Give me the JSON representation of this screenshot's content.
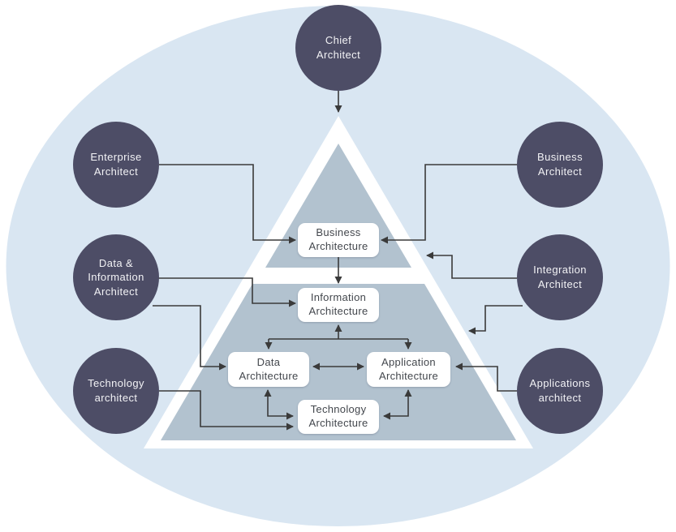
{
  "colors": {
    "page_background": "#ffffff",
    "ellipse_background": "#d9e6f2",
    "pyramid_tier_fill": "#b2c2cf",
    "pyramid_outline": "#ffffff",
    "role_circle_fill": "#4d4d66",
    "role_circle_text": "#f2f2f5",
    "layer_box_fill": "#ffffff",
    "layer_box_text": "#43474d",
    "arrow_stroke": "#3a3a3a"
  },
  "roles": {
    "chief": {
      "label": "Chief\nArchitect"
    },
    "enterprise": {
      "label": "Enterprise\nArchitect"
    },
    "data_information": {
      "label": "Data &\nInformation\nArchitect"
    },
    "technology": {
      "label": "Technology\narchitect"
    },
    "business": {
      "label": "Business\nArchitect"
    },
    "integration": {
      "label": "Integration\nArchitect"
    },
    "applications": {
      "label": "Applications\narchitect"
    }
  },
  "layers": {
    "business": {
      "label": "Business\nArchitecture"
    },
    "information": {
      "label": "Information\nArchitecture"
    },
    "data": {
      "label": "Data\nArchitecture"
    },
    "application": {
      "label": "Application\nArchitecture"
    },
    "technology": {
      "label": "Technology\nArchitecture"
    }
  }
}
